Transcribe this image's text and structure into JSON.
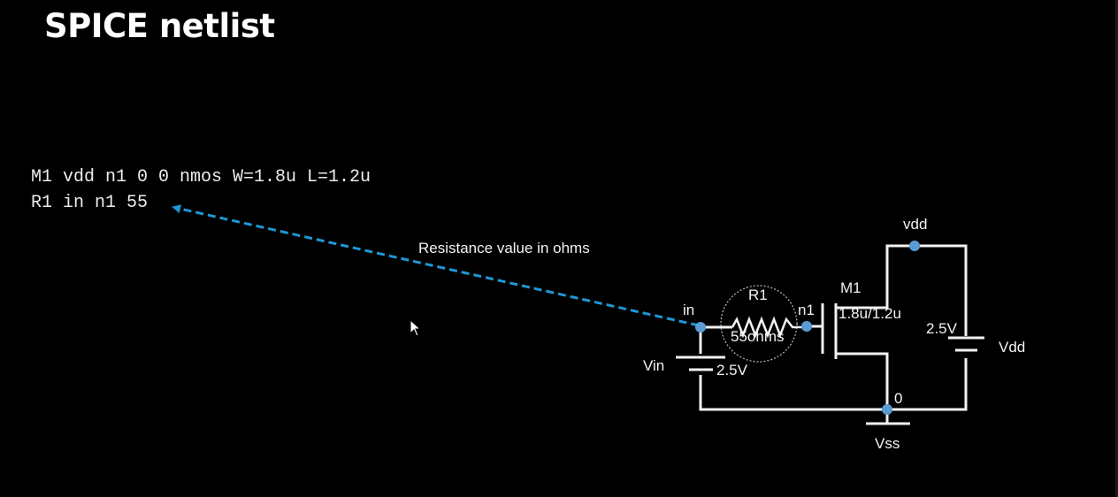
{
  "slide": {
    "title": "SPICE netlist"
  },
  "netlist": {
    "lines": [
      "M1 vdd n1 0 0 nmos W=1.8u L=1.2u",
      "R1 in n1 55"
    ]
  },
  "annotation": {
    "text": "Resistance value in ohms",
    "color": "#1f97d4"
  },
  "circuit": {
    "nodes": {
      "vdd": "vdd",
      "in": "in",
      "n1": "n1",
      "gnd": "0"
    },
    "resistor": {
      "name": "R1",
      "value": "55ohms"
    },
    "transistor": {
      "name": "M1",
      "size": "1.8u/1.2u"
    },
    "vin": {
      "name": "Vin",
      "voltage": "2.5V"
    },
    "vdd": {
      "name": "Vdd",
      "voltage": "2.5V"
    },
    "vss": {
      "name": "Vss"
    },
    "node_color": "#5b9bd5"
  }
}
